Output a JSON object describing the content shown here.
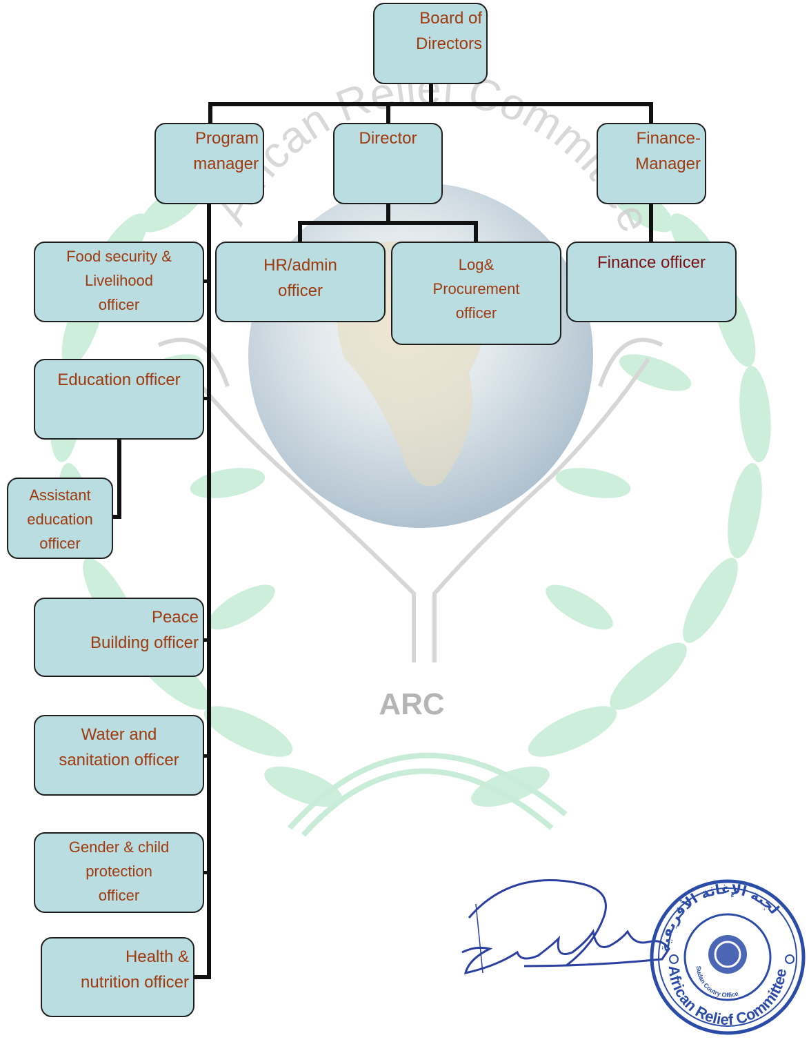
{
  "nodes": {
    "board": {
      "lines": [
        "Board of",
        "Directors"
      ]
    },
    "program_manager": {
      "lines": [
        "Program",
        "manager"
      ]
    },
    "director": {
      "lines": [
        "Director"
      ]
    },
    "finance_manager": {
      "lines": [
        "Finance-",
        "Manager"
      ]
    },
    "food_security": {
      "lines": [
        "Food security &",
        "Livelihood",
        "officer"
      ]
    },
    "hr_admin": {
      "lines": [
        "HR/admin",
        "officer"
      ]
    },
    "log_procurement": {
      "lines": [
        "Log&",
        "Procurement",
        "officer"
      ]
    },
    "finance_officer": {
      "lines": [
        "Finance officer"
      ]
    },
    "education": {
      "lines": [
        "Education officer"
      ]
    },
    "assistant_education": {
      "lines": [
        "Assistant",
        "education",
        "officer"
      ]
    },
    "peace_building": {
      "lines": [
        "Peace",
        "Building officer"
      ]
    },
    "water_sanitation": {
      "lines": [
        "Water and",
        "sanitation officer"
      ]
    },
    "gender_child": {
      "lines": [
        "Gender & child",
        "protection",
        "officer"
      ]
    },
    "health_nutrition": {
      "lines": [
        "Health &",
        "nutrition officer"
      ]
    }
  },
  "watermark": {
    "arc_text": "ARC",
    "ring_text": "African Relief Committee"
  },
  "stamp": {
    "ring_text": "African Relief Committee",
    "inner_text": "Sudan Coutry Office",
    "arabic_text": "لجنة الإغاثة الأفريقية"
  },
  "signature": {
    "text": "Saifadine"
  },
  "colors": {
    "box_fill": "#b9dde0",
    "box_text": "#a0390e",
    "finance_officer_text": "#7a0f14",
    "connector": "#111111",
    "watermark_leaf": "#bfe9d4",
    "stamp": "#2b4ba8"
  }
}
